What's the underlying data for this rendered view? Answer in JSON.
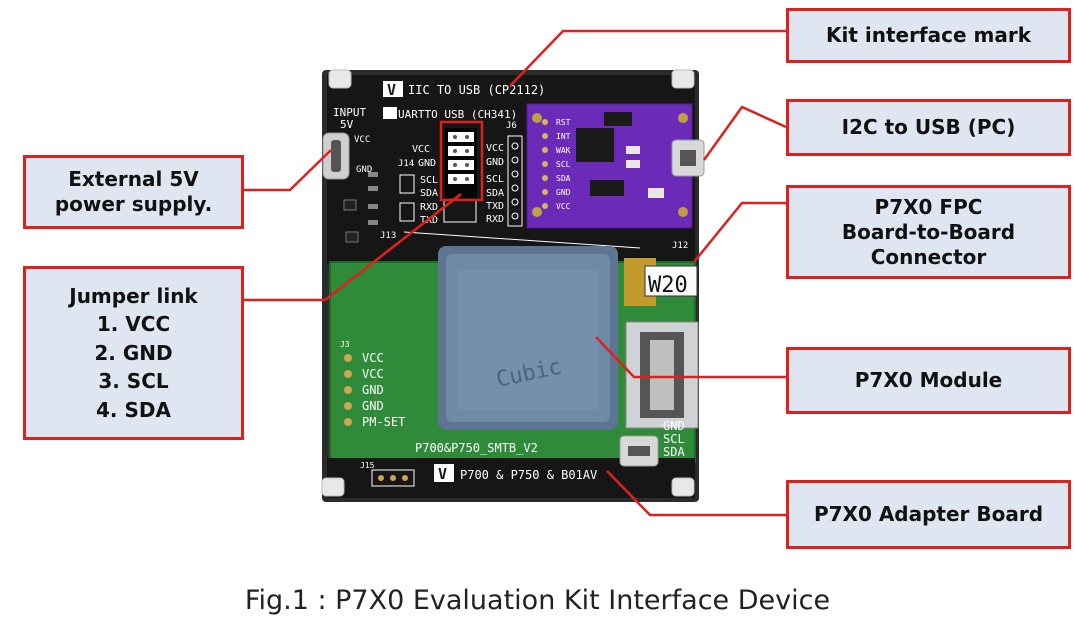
{
  "callouts": {
    "kit_interface_mark": [
      "Kit interface mark"
    ],
    "i2c_to_usb": [
      "I2C to USB (PC)"
    ],
    "p7x0_fpc": [
      "P7X0 FPC",
      "Board-to-Board",
      "Connector"
    ],
    "p7x0_module": [
      "P7X0 Module"
    ],
    "p7x0_adapter": [
      "P7X0 Adapter Board"
    ],
    "external_5v": [
      "External 5V",
      "power supply."
    ],
    "jumper_link": [
      "Jumper link",
      "1. VCC",
      "2. GND",
      "3. SCL",
      "4. SDA"
    ]
  },
  "caption": "Fig.1 : P7X0 Evaluation Kit Interface Device",
  "board": {
    "silk_iic": "IIC TO USB (CP2112)",
    "silk_uart": "UARTTO USB (CH341)",
    "input_label": "INPUT",
    "input_voltage": "5V",
    "vcc": "VCC",
    "gnd": "GND",
    "scl": "SCL",
    "sda": "SDA",
    "txd": "TXD",
    "rxd": "RXD",
    "j6": "J6",
    "j14": "J14",
    "j12": "J12",
    "j13": "J13",
    "j15": "J15",
    "j3": "J3",
    "w20": "W20",
    "pm_set": "PM-SET",
    "smtb": "P700&P750_SMTB_V2",
    "bottom_silk": "P700 & P750 & B01AV",
    "v_logo": "V",
    "module_brand": "Cubic",
    "usb_labels": [
      "GND",
      "SCL",
      "SDA"
    ],
    "cp2112_pins": [
      "RST",
      "INT",
      "WAK",
      "SCL",
      "SDA",
      "GND",
      "VCC"
    ]
  }
}
